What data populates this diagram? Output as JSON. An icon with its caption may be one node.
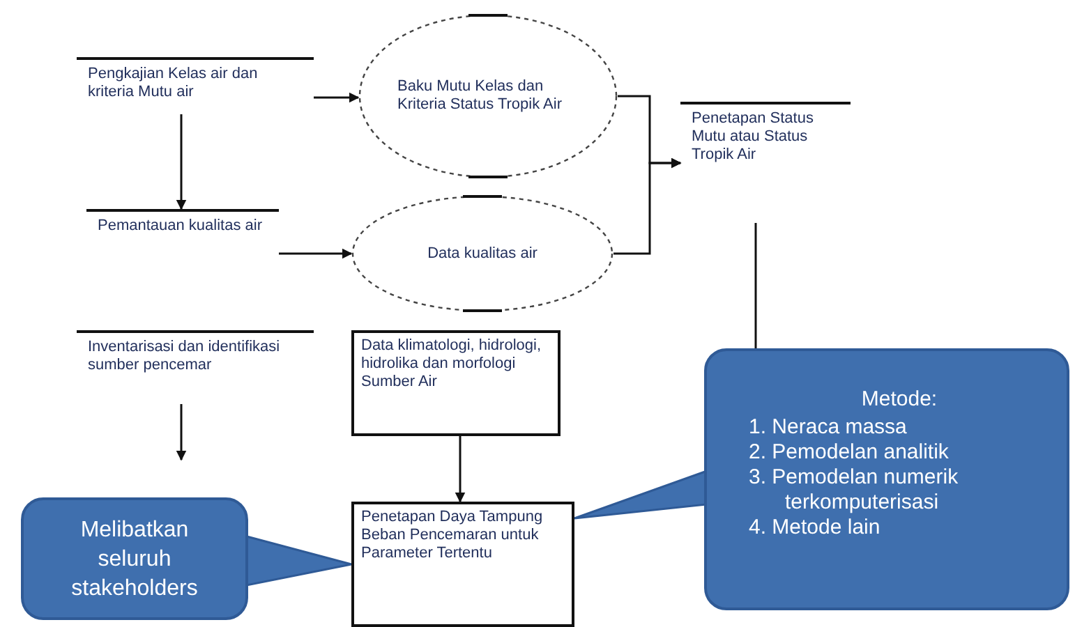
{
  "diagram": {
    "nodes": [
      {
        "text": [
          "Pengkajian Kelas air dan kriteria Mutu air"
        ]
      },
      {
        "text": [
          "Baku Mutu Kelas dan Kriteria Status Tropik Air"
        ]
      },
      {
        "text": [
          "Penetapan Status Mutu atau Status Tropik Air"
        ]
      },
      {
        "text": [
          "Pemantauan kualitas air"
        ]
      },
      {
        "text": [
          "Data kualitas air"
        ]
      },
      {
        "text": [
          "Inventarisasi dan identifikasi sumber pencemar"
        ]
      },
      {
        "text": [
          "Data klimatologi, hidrologi, hidrolika dan morfologi Sumber Air"
        ]
      },
      {
        "text": [
          "Penetapan Daya Tampung Beban Pencemaran untuk Parameter Tertentu"
        ]
      },
      {
        "text": [
          "Melibatkan seluruh stakeholders"
        ]
      },
      {
        "text": [
          "Metode:",
          "1. Neraca massa",
          "2. Pemodelan analitik",
          "3. Pemodelan numerik terkomputerisasi",
          "4. Metode lain"
        ]
      }
    ],
    "edges": [
      {
        "from": 0,
        "to": 1,
        "arrow": "to"
      },
      {
        "from": 0,
        "to": 3,
        "arrow": "to"
      },
      {
        "from": 1,
        "to": 2,
        "arrow": "to"
      },
      {
        "from": 3,
        "to": 4,
        "arrow": "to"
      },
      {
        "from": 4,
        "to": 2,
        "arrow": "to"
      },
      {
        "from": 5,
        "to": null,
        "arrow": "to"
      },
      {
        "from": 6,
        "to": 7,
        "arrow": "to"
      },
      {
        "from": 8,
        "to": 7,
        "arrow": "none"
      },
      {
        "from": 9,
        "to": 7,
        "arrow": "none"
      },
      {
        "from": 9,
        "to": 2,
        "arrow": "none"
      }
    ]
  }
}
